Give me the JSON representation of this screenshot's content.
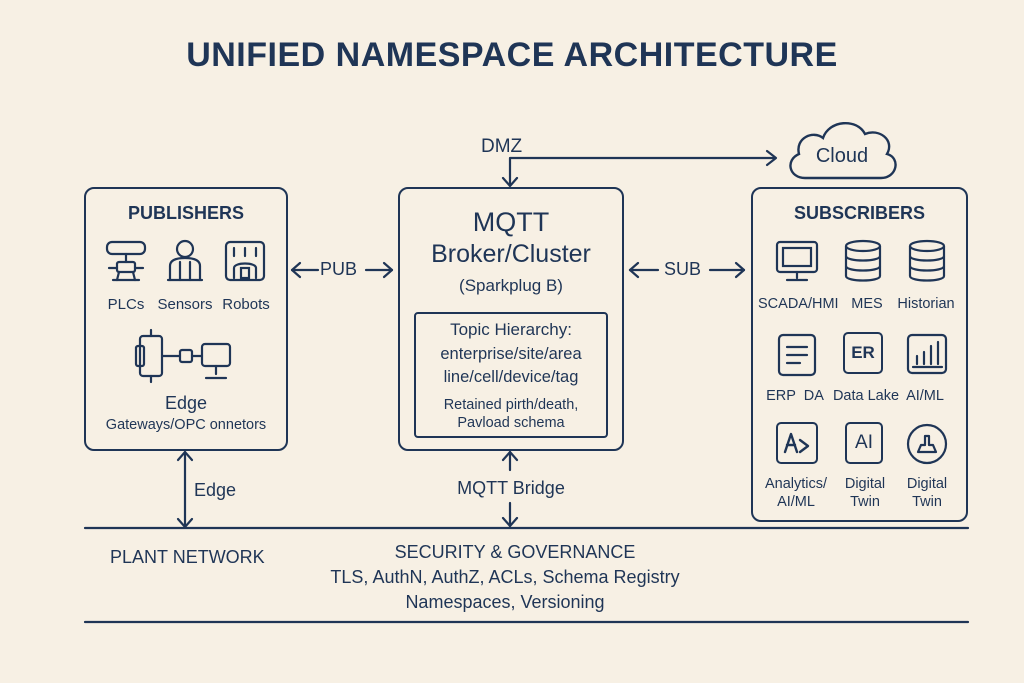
{
  "title": "UNIFIED NAMESPACE ARCHITECTURE",
  "dmz_label": "DMZ",
  "cloud_label": "Cloud",
  "publishers": {
    "heading": "PUBLISHERS",
    "items": [
      {
        "label": "PLCs",
        "icon": "plc-icon"
      },
      {
        "label": "Sensors",
        "icon": "sensor-icon"
      },
      {
        "label": "Robots",
        "icon": "robot-icon"
      }
    ],
    "edge_title": "Edge",
    "edge_subtitle": "Gateways/OPC onnetors"
  },
  "pub_label": "PUB",
  "sub_label": "SUB",
  "broker": {
    "title_line1": "MQTT",
    "title_line2": "Broker/Cluster",
    "subtitle": "(Sparkplug B)",
    "topic_heading": "Topic Hierarchy:",
    "topic_line1": "enterprise/site/area",
    "topic_line2": "line/cell/device/tag",
    "note_line1": "Retained pirth/death,",
    "note_line2": "Pavload schema"
  },
  "subscribers": {
    "heading": "SUBSCRIBERS",
    "row1": [
      "SCADA/HMI",
      "MES",
      "Historian"
    ],
    "row2": [
      "ERP  DA",
      "Data Lake",
      "AI/ML"
    ],
    "row3a": [
      "Analytics/",
      "Digital",
      "Digital"
    ],
    "row3b": [
      "AI/ML",
      "Twin",
      "Twin"
    ],
    "erp_icon_text": "ER",
    "ai_icon_text": "AI"
  },
  "edge_link_label": "Edge",
  "mqtt_bridge_label": "MQTT Bridge",
  "plant_network_label": "PLANT NETWORK",
  "security": {
    "heading": "SECURITY & GOVERNANCE",
    "line1": "TLS, AuthN, AuthZ, ACLs, Schema Registry",
    "line2": "Namespaces, Versioning"
  },
  "colors": {
    "ink": "#1f3556",
    "background": "#f7f0e4"
  }
}
